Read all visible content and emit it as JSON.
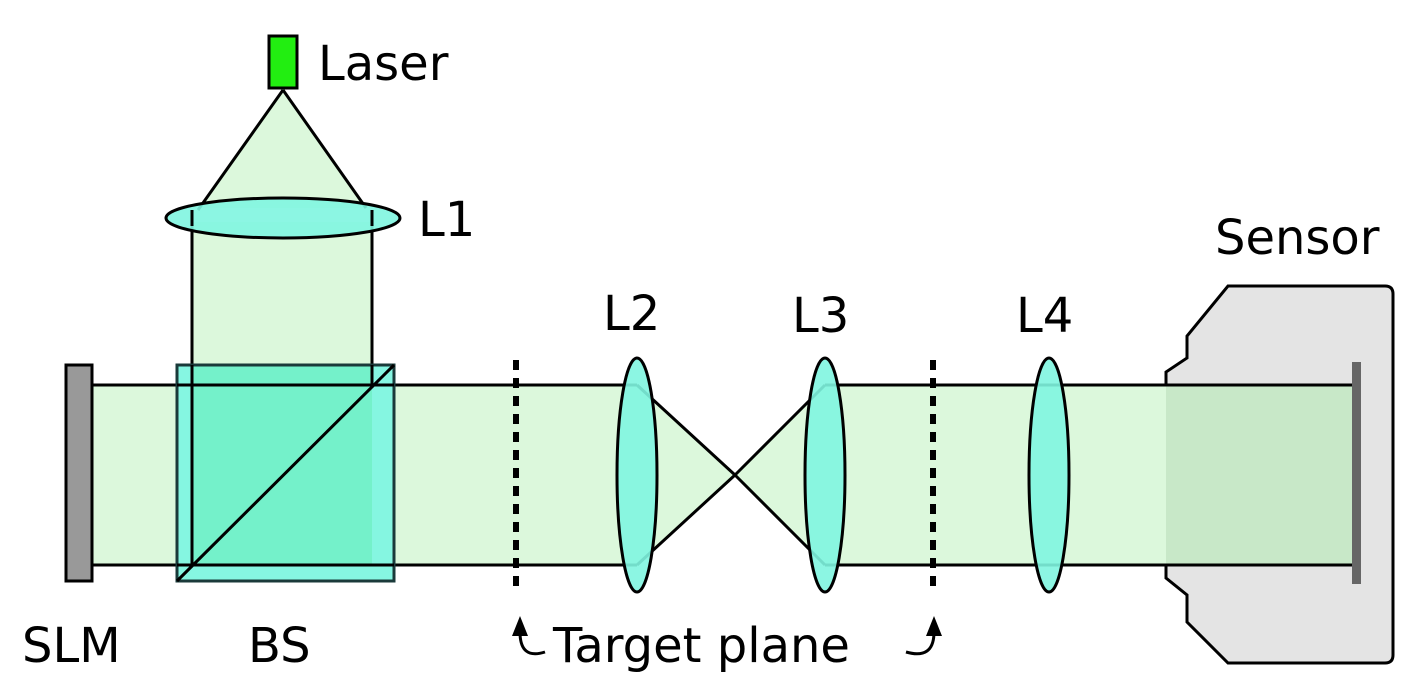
{
  "labels": {
    "laser": "Laser",
    "l1": "L1",
    "l2": "L2",
    "l3": "L3",
    "l4": "L4",
    "sensor": "Sensor",
    "slm": "SLM",
    "bs": "BS",
    "target_plane": "Target plane"
  },
  "colors": {
    "beam": "#dcf8dc",
    "lens": "#80f5e0",
    "cube": "#80f5e0",
    "cube_overlap": "#6cf0c0",
    "laser": "#22ee11",
    "slm": "#999999",
    "sensor_body": "#e4e4e4",
    "sensor_chip": "#666666"
  }
}
